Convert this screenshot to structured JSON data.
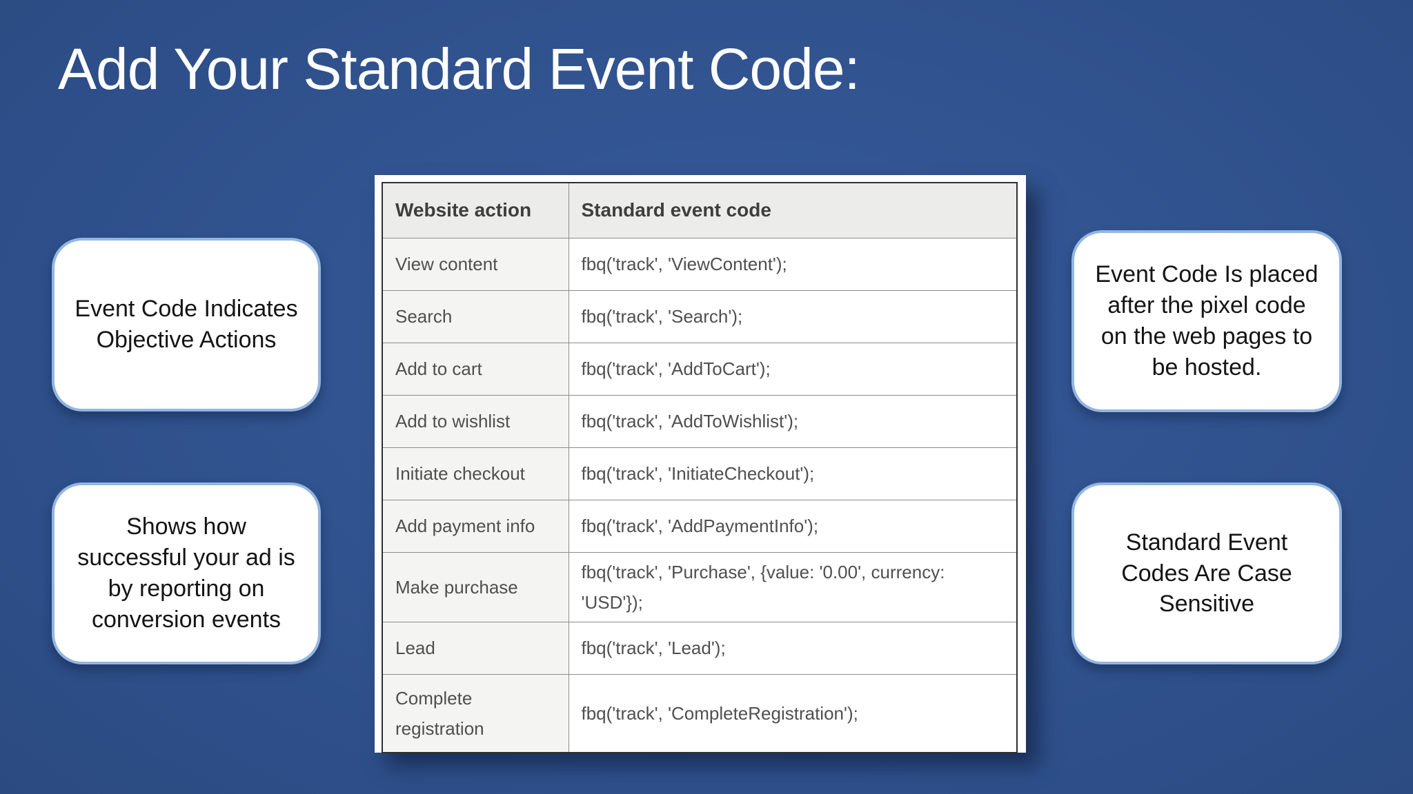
{
  "slide": {
    "title": "Add Your Standard Event Code:"
  },
  "table": {
    "headers": [
      "Website action",
      "Standard event code"
    ],
    "rows": [
      {
        "action": "View content",
        "code": "fbq('track', 'ViewContent');"
      },
      {
        "action": "Search",
        "code": "fbq('track', 'Search');"
      },
      {
        "action": "Add to cart",
        "code": "fbq('track', 'AddToCart');"
      },
      {
        "action": "Add to wishlist",
        "code": "fbq('track', 'AddToWishlist');"
      },
      {
        "action": "Initiate checkout",
        "code": "fbq('track', 'InitiateCheckout');"
      },
      {
        "action": "Add payment info",
        "code": "fbq('track', 'AddPaymentInfo');"
      },
      {
        "action": "Make purchase",
        "code": "fbq('track', 'Purchase', {value: '0.00', currency: 'USD'});"
      },
      {
        "action": "Lead",
        "code": "fbq('track', 'Lead');"
      },
      {
        "action": "Complete registration",
        "code": "fbq('track', 'CompleteRegistration');"
      }
    ]
  },
  "callouts": {
    "left_top": "Event Code Indicates\nObjective Actions",
    "left_bottom": "Shows how\nsuccessful your ad is\nby reporting on\nconversion events",
    "right_top": "Event Code Is placed\nafter the pixel code\non the web pages to\nbe hosted.",
    "right_bottom": "Standard Event\nCodes Are Case\nSensitive"
  },
  "colors": {
    "background": "#2d4e88",
    "title_text": "#ffffff",
    "callout_border": "#93b6e2",
    "table_header_bg": "#ececea",
    "table_action_col_bg": "#f4f4f3",
    "table_border": "#2f2f2f"
  }
}
